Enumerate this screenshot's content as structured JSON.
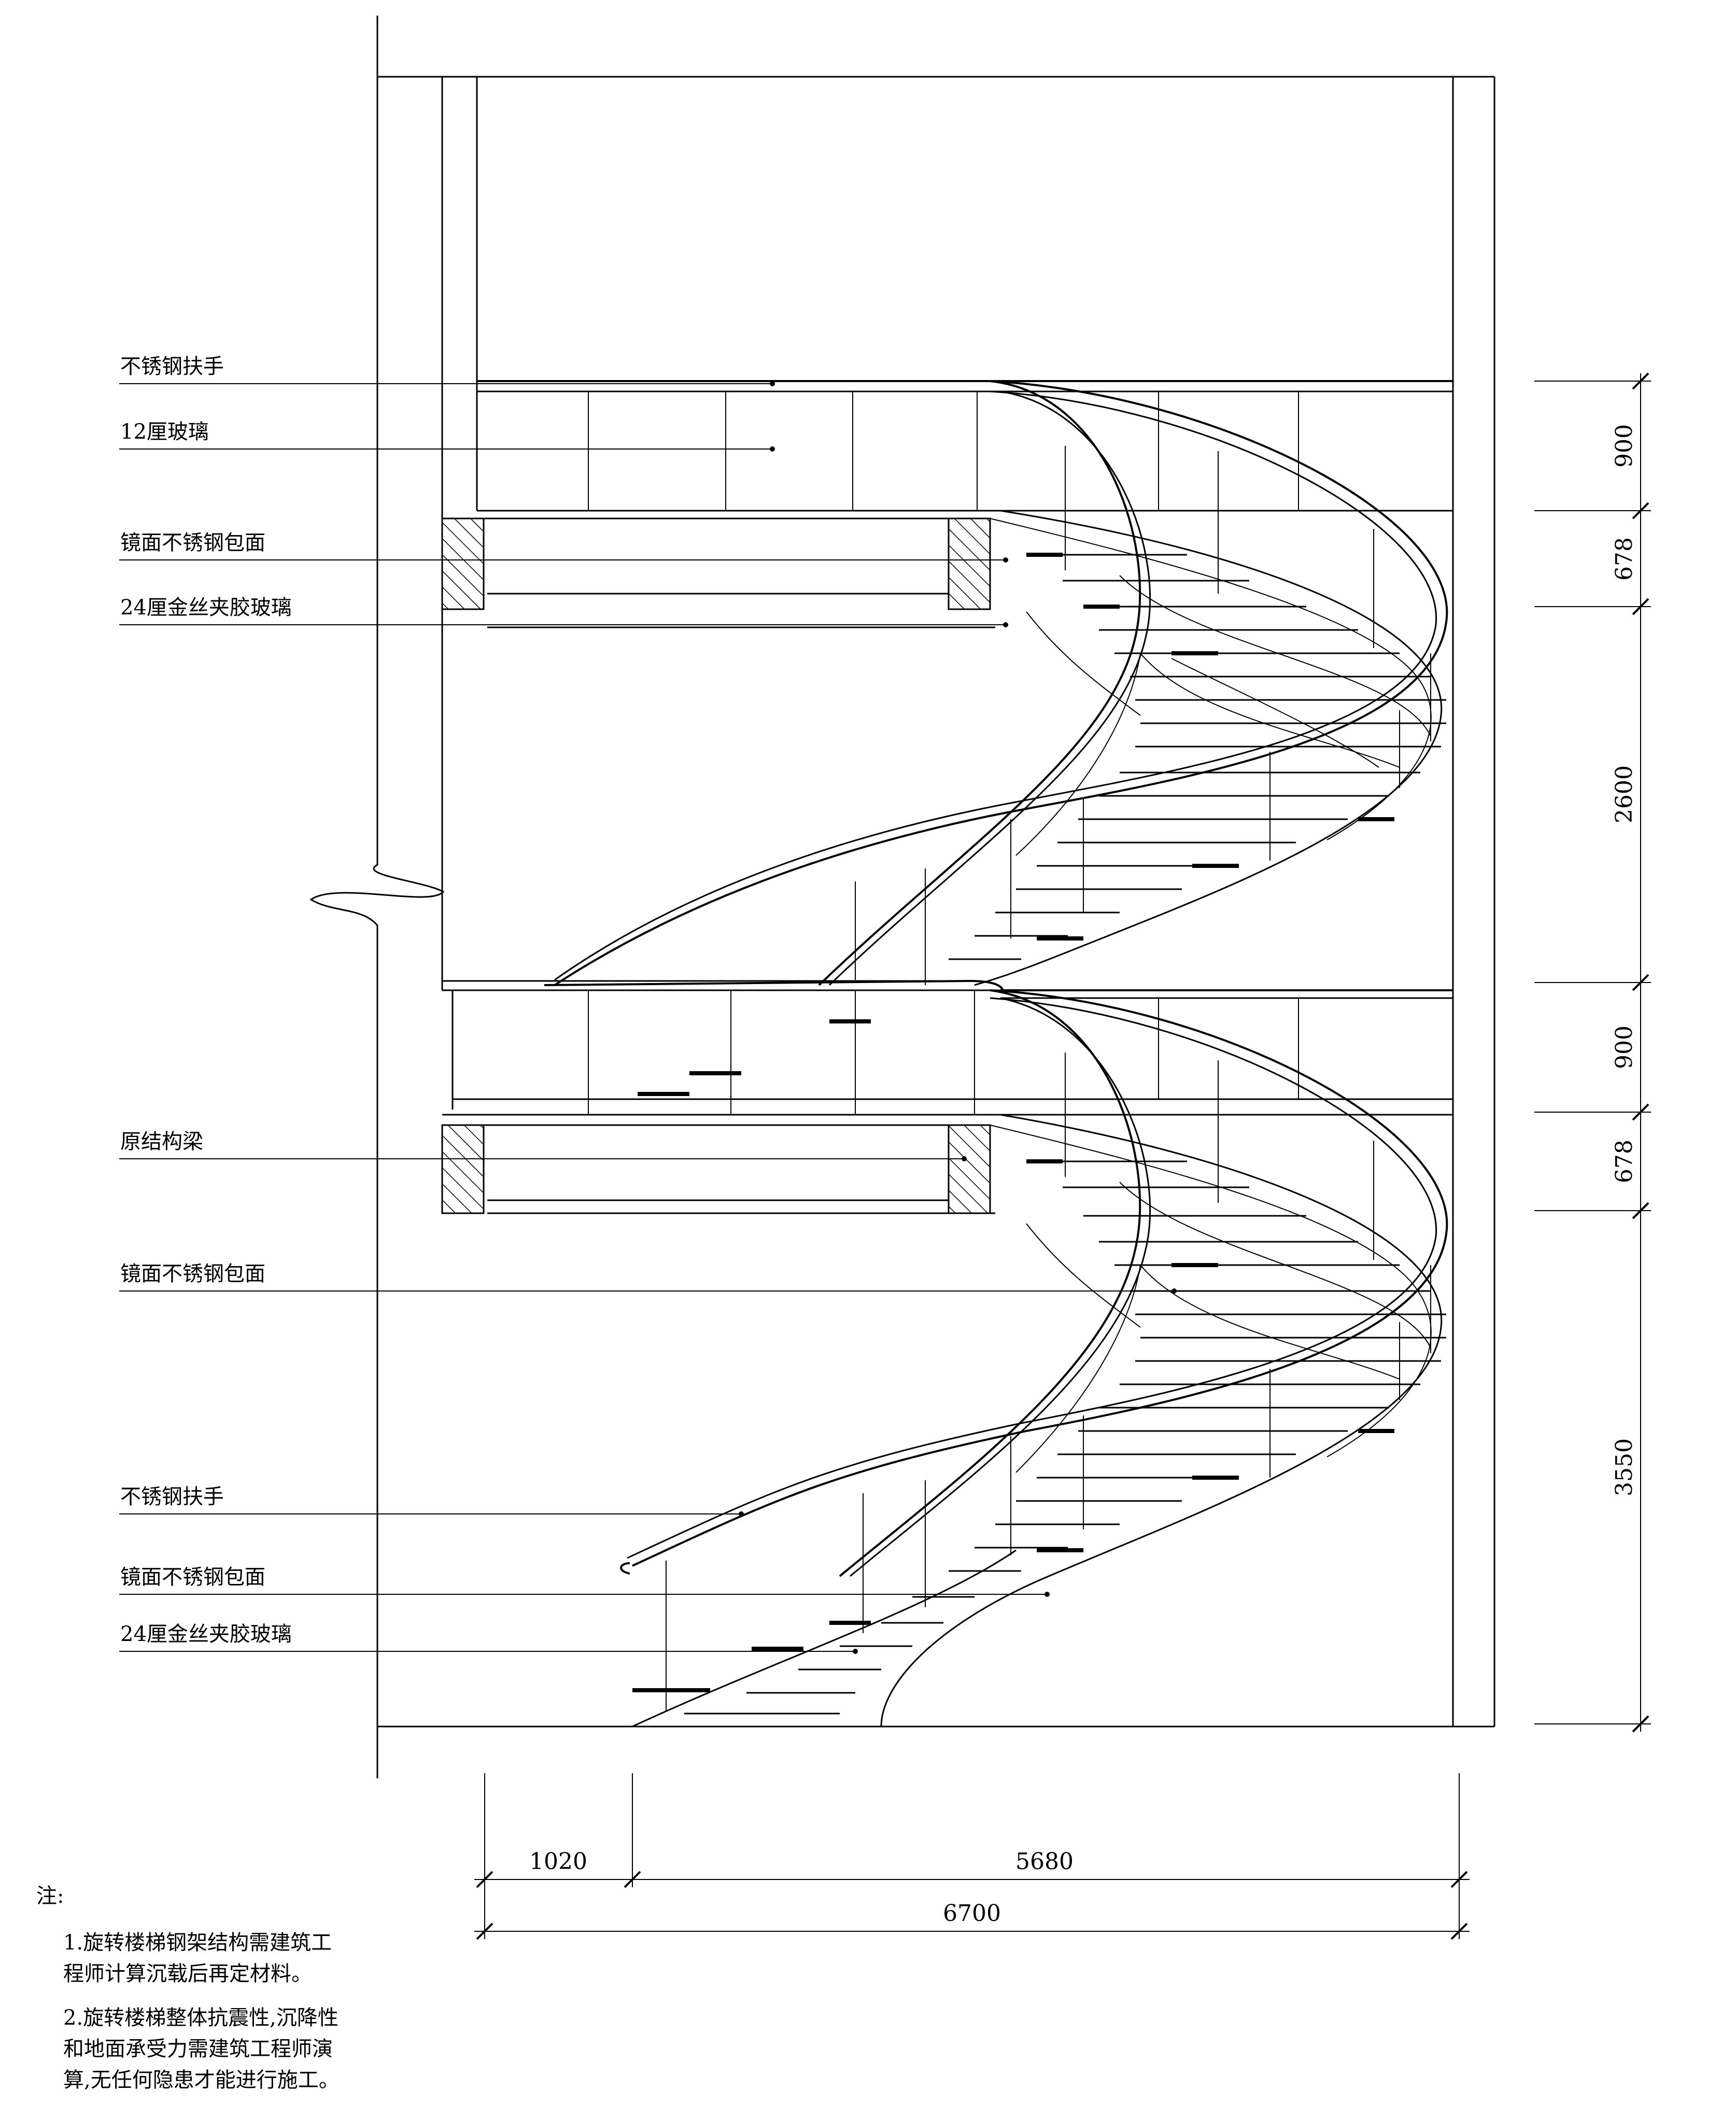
{
  "callouts_top": {
    "handrail": "不锈钢扶手",
    "glass12": "12厘玻璃",
    "cladding": "镜面不锈钢包面",
    "laminated": "24厘金丝夹胶玻璃"
  },
  "callouts_bottom": {
    "beam": "原结构梁",
    "cladding": "镜面不锈钢包面",
    "handrail": "不锈钢扶手",
    "cladding2": "镜面不锈钢包面",
    "laminated": "24厘金丝夹胶玻璃"
  },
  "dimensions_right": [
    "900",
    "678",
    "2600",
    "900",
    "678",
    "3550"
  ],
  "dimensions_bottom": {
    "left": "1020",
    "right": "5680",
    "total": "6700"
  },
  "notes": {
    "head": "注:",
    "n1_l1": "1.旋转楼梯钢架结构需建筑工",
    "n1_l2": "程师计算沉载后再定材料。",
    "n2_l1": "2.旋转楼梯整体抗震性,沉降性",
    "n2_l2": "和地面承受力需建筑工程师演",
    "n2_l3": "算,无任何隐患才能进行施工。"
  }
}
